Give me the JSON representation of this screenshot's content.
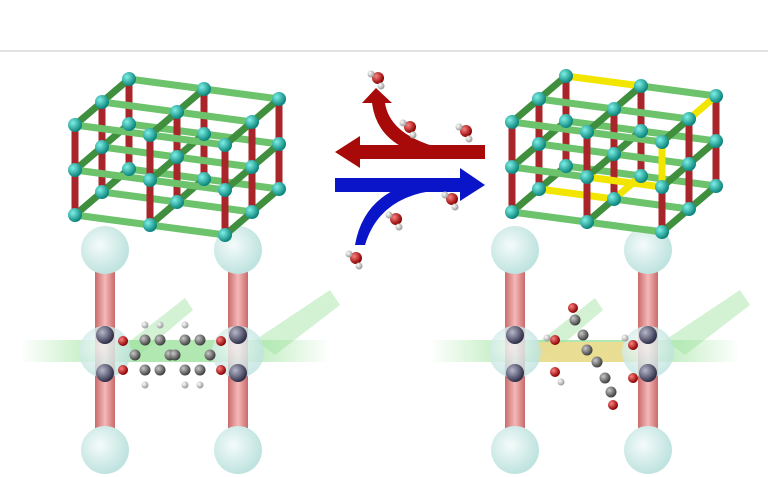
{
  "colors": {
    "node": "#13a89e",
    "bar_x": "#6cc36c",
    "bar_z": "#3f8f3f",
    "bar_y": "#a8262a",
    "defect_bar": "#f2e500",
    "arrow_forward": "#0a14c8",
    "arrow_back": "#a80a0a",
    "oxygen": "#c0100f",
    "hydrogen": "#e0e0e0",
    "carbon": "#6a6a6a",
    "metal": "#5a5a70",
    "pillar": "#e89a9a",
    "linker_glow": "#9ee39e",
    "defect_glow": "#f7d98c"
  },
  "icons": [
    "mof-lattice-pristine",
    "mof-lattice-defective",
    "dehydration-arrow",
    "hydration-arrow",
    "water-molecule"
  ]
}
